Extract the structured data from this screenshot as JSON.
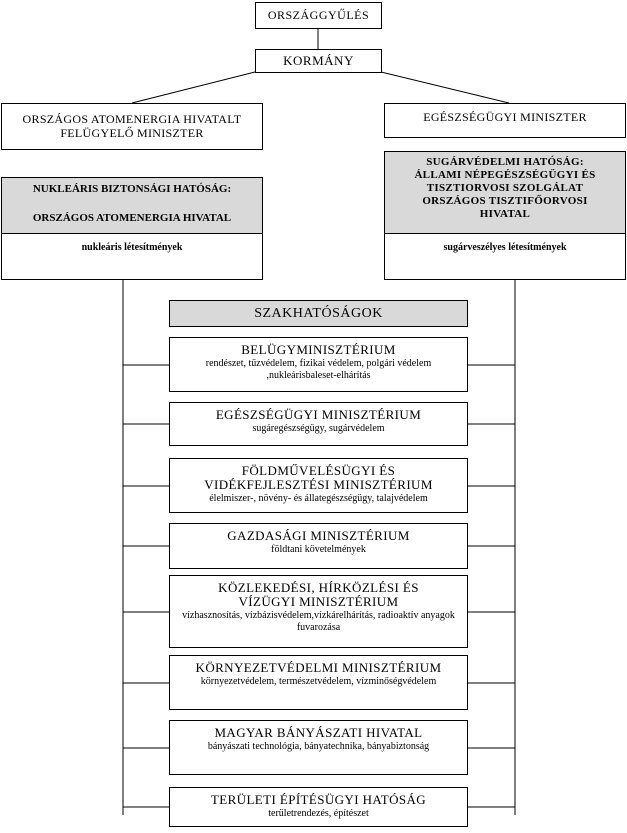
{
  "top": {
    "parliament": "ORSZÁGGYŰLÉS",
    "government": "KORMÁNY"
  },
  "left_branch": {
    "minister": "ORSZÁGOS ATOMENERGIA HIVATALT FELÜGYELŐ MINISZTER",
    "authority_line1": "NUKLEÁRIS BIZTONSÁGI HATÓSÁG:",
    "authority_line2": "ORSZÁGOS ATOMENERGIA HIVATAL",
    "facilities": "nukleáris létesítmények"
  },
  "right_branch": {
    "minister": "EGÉSZSÉGÜGYI MINISZTER",
    "authority_line1": "SUGÁRVÉDELMI HATÓSÁG:",
    "authority_line2": "ÁLLAMI NÉPEGÉSZSÉGÜGYI ÉS",
    "authority_line3": "TISZTIORVOSI SZOLGÁLAT",
    "authority_line4": "ORSZÁGOS TISZTIFŐORVOSI",
    "authority_line5": "HIVATAL",
    "facilities": "sugárveszélyes létesítmények"
  },
  "specialist_header": "SZAKHATÓSÁGOK",
  "ministries": [
    {
      "name": "BELÜGYMINISZTÉRIUM",
      "desc": "rendészet, tűzvédelem, fizikai védelem, polgári védelem ,nukleárisbaleset-elhárítás"
    },
    {
      "name": "EGÉSZSÉGÜGYI MINISZTÉRIUM",
      "desc": "sugáregészségügy, sugárvédelem"
    },
    {
      "name": "FÖLDMŰVELÉSÜGYI ÉS VIDÉKFEJLESZTÉSI MINISZTÉRIUM",
      "desc": "élelmiszer-, növény- és állategészségügy, talajvédelem"
    },
    {
      "name": "GAZDASÁGI MINISZTÉRIUM",
      "desc": "földtani követelmények"
    },
    {
      "name": "KÖZLEKEDÉSI, HÍRKÖZLÉSI ÉS VÍZÜGYI MINISZTÉRIUM",
      "desc": "vízhasznosítás, vízbázisvédelem,vízkárelhárítás, radioaktív anyagok fuvarozása"
    },
    {
      "name": "KÖRNYEZETVÉDELMI MINISZTÉRIUM",
      "desc": "környezetvédelem, természetvédelem, vízminőségvédelem"
    },
    {
      "name": "MAGYAR BÁNYÁSZATI HIVATAL",
      "desc": "bányászati technológia, bányatechnika, bányabiztonság"
    },
    {
      "name": "TERÜLETI ÉPÍTÉSÜGYI HATÓSÁG",
      "desc": "területrendezés, építészet"
    }
  ]
}
